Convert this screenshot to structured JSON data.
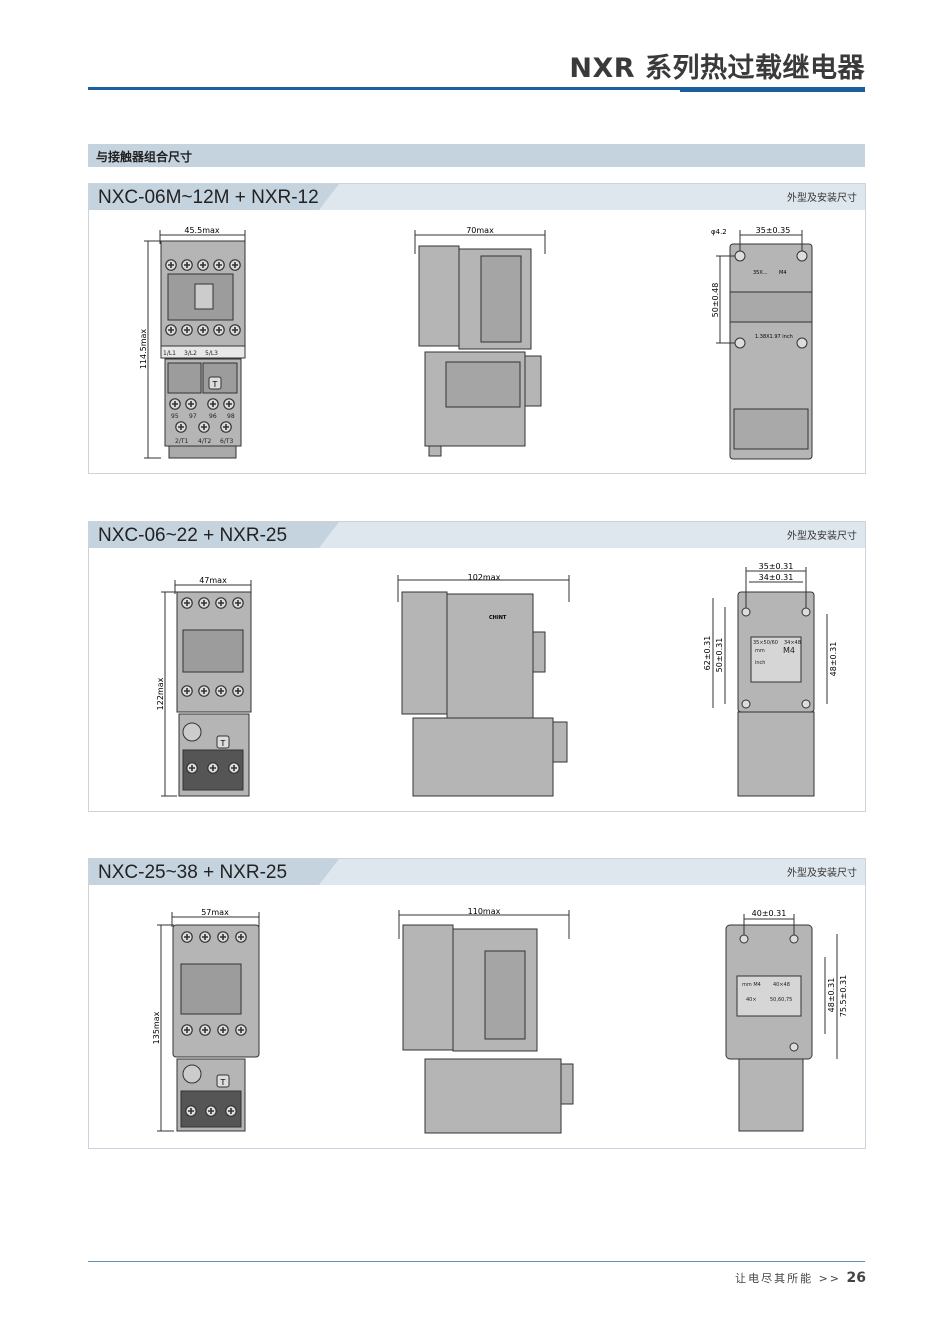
{
  "header": {
    "title": "NXR 系列热过载继电器"
  },
  "section": {
    "title": "与接触器组合尺寸"
  },
  "panels": [
    {
      "title": "NXC-06M~12M + NXR-12",
      "tag": "外型及安装尺寸",
      "dims": {
        "front_width": "45.5max",
        "front_height": "114.5max",
        "side_depth": "70max",
        "hole": "φ4.2",
        "mount_w": "35±0.35",
        "mount_h": "50±0.48"
      },
      "labels": {
        "l1": "1/L1",
        "l2": "3/L2",
        "l3": "5/L3",
        "t1": "2/T1",
        "t2": "4/T2",
        "t3": "6/T3",
        "c95": "95",
        "c97": "97",
        "c96": "96",
        "c98": "98",
        "test": "T",
        "plate1": "35X...",
        "plate2": "M4",
        "plate3": "1.38X1.97 inch"
      }
    },
    {
      "title": "NXC-06~22 + NXR-25",
      "tag": "外型及安装尺寸",
      "dims": {
        "front_width": "47max",
        "front_height": "122max",
        "side_depth": "102max",
        "mount_w1": "35±0.31",
        "mount_w2": "34±0.31",
        "mount_h1": "62±0.31",
        "mount_h2": "50±0.31",
        "mount_h3": "48±0.31"
      },
      "labels": {
        "test": "T",
        "brand": "CHINT",
        "plate1": "35×50/60",
        "plate2": "34×48",
        "plate3": "mm",
        "plate4": "M4",
        "plate5": "inch"
      }
    },
    {
      "title": "NXC-25~38 + NXR-25",
      "tag": "外型及安装尺寸",
      "dims": {
        "front_width": "57max",
        "front_height": "135max",
        "side_depth": "110max",
        "mount_w": "40±0.31",
        "mount_h1": "48±0.31",
        "mount_h2": "75.5±0.31"
      },
      "labels": {
        "test": "T",
        "plate1": "mm M4",
        "plate2": "40×48",
        "plate3": "40×",
        "plate4": "50,60,75"
      }
    }
  ],
  "footer": {
    "slogan": "让电尽其所能",
    "arrows": ">>",
    "page": "26"
  }
}
